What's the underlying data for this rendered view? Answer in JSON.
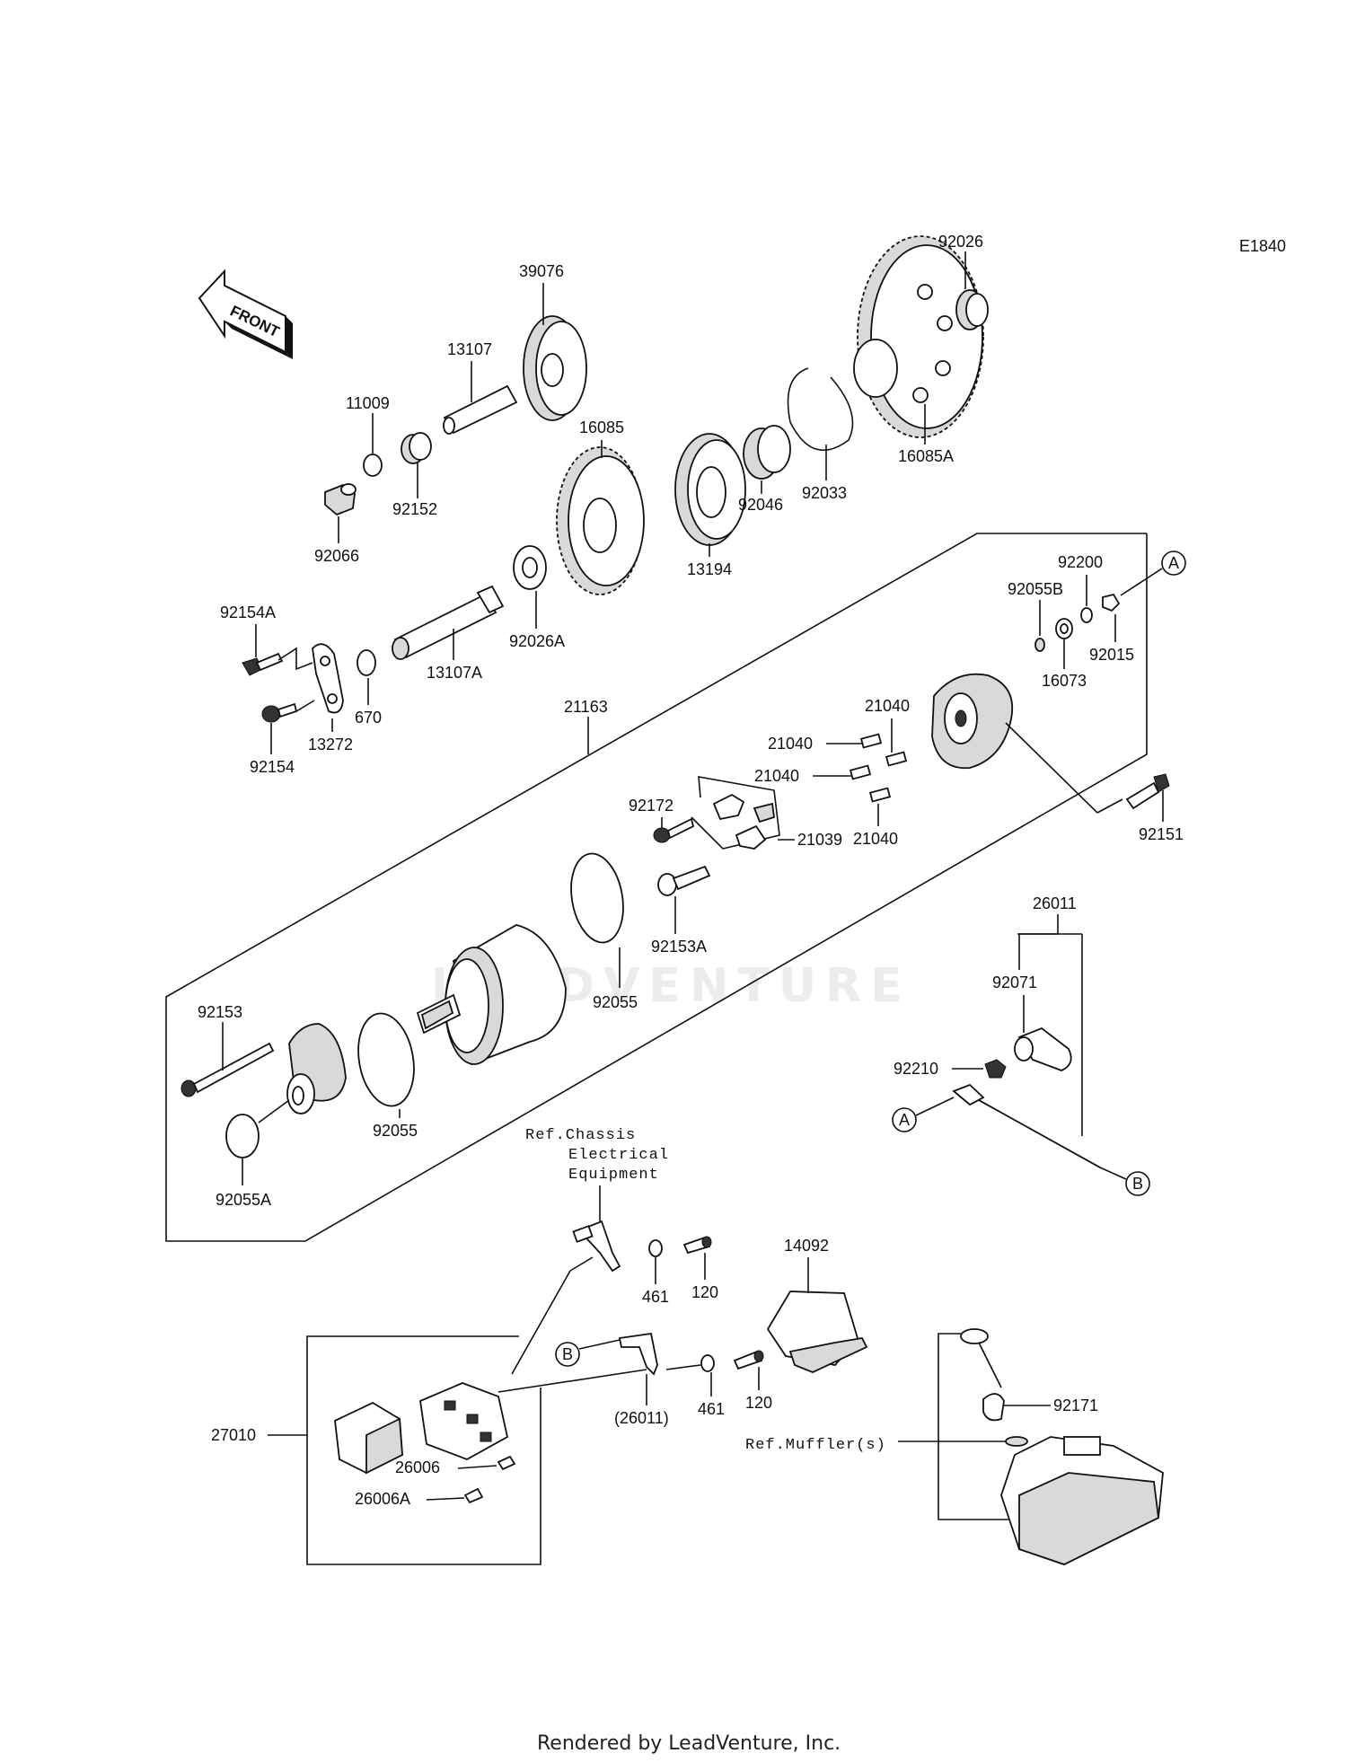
{
  "diagram_code": "E1840",
  "front_label": "FRONT",
  "watermark": "LEADVENTURE",
  "footer": "Rendered by LeadVenture, Inc.",
  "markers": {
    "a": "A",
    "b": "B"
  },
  "parts": {
    "p39076": "39076",
    "p13107": "13107",
    "p11009": "11009",
    "p92152": "92152",
    "p92066": "92066",
    "p16085": "16085",
    "p13194": "13194",
    "p92046": "92046",
    "p92033": "92033",
    "p16085A": "16085A",
    "p92026": "92026",
    "p92154A": "92154A",
    "p92154": "92154",
    "p13272": "13272",
    "p670": "670",
    "p13107A": "13107A",
    "p92026A": "92026A",
    "p21163": "21163",
    "p92055B": "92055B",
    "p92200": "92200",
    "p92015": "92015",
    "p16073": "16073",
    "p21040a": "21040",
    "p21040b": "21040",
    "p21040c": "21040",
    "p21040d": "21040",
    "p92172": "92172",
    "p21039": "21039",
    "p92153A": "92153A",
    "p92151": "92151",
    "p26011": "26011",
    "p92071": "92071",
    "p92210": "92210",
    "p92153": "92153",
    "p92055a": "92055",
    "p92055b": "92055",
    "p92055A": "92055A",
    "p14092": "14092",
    "p461a": "461",
    "p120a": "120",
    "p461b": "461",
    "p120b": "120",
    "p26011p": "(26011)",
    "p27010": "27010",
    "p26006": "26006",
    "p26006A": "26006A",
    "p92171": "92171"
  },
  "refs": {
    "chassis_line1": "Ref.Chassis",
    "chassis_line2": "Electrical",
    "chassis_line3": "Equipment",
    "muffler": "Ref.Muffler(s)"
  }
}
